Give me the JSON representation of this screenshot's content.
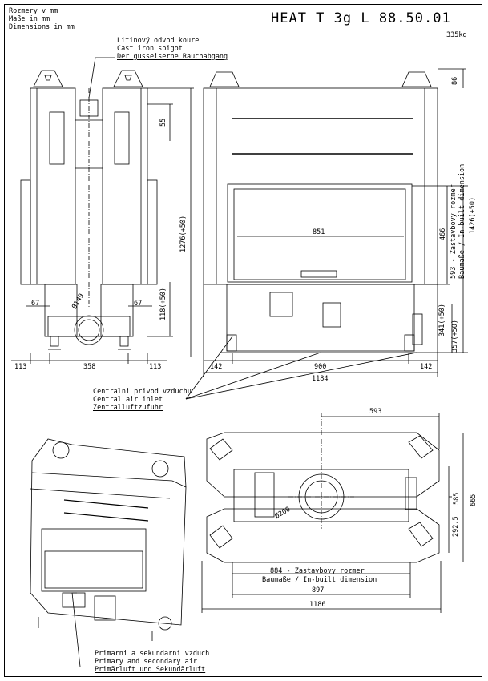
{
  "units_legend": [
    "Rozmery v mm",
    "Maße in mm",
    "Dimensions in mm"
  ],
  "model": "HEAT T 3g L 88.50.01",
  "weight": "335kg",
  "callouts": {
    "spigot": [
      "Litinový odvod koure",
      "Cast iron spigot",
      "Der gusseiserne Rauchabgang"
    ],
    "central_air": [
      "Centralni privod vzduchu",
      "Central air inlet",
      "Zentralluftzufuhr"
    ],
    "prim_sec_air": [
      "Primarni a sekundarni vzduch",
      "Primary and secondary air",
      "Primärluft und Sekundärluft"
    ],
    "install_size_side": [
      "593 - Zastavbovy rozmer",
      "Baumaße / In-built dimension"
    ],
    "install_size_top": [
      "884 - Zastavbovy rozmer",
      "Baumaße / In-built dimension"
    ]
  },
  "dims": {
    "side_55": "55",
    "side_1276": "1276(+50)",
    "side_118": "118(+50)",
    "side_67_left": "67",
    "side_67_right": "67",
    "side_dia149": "Ø149",
    "side_113_left": "113",
    "side_358": "358",
    "side_113_right": "113",
    "front_86": "86",
    "front_851": "851",
    "front_466": "466",
    "front_1426": "1426(+50)",
    "front_341": "341(+50)",
    "front_357": "357(+50)",
    "front_142_left": "142",
    "front_900": "900",
    "front_142_right": "142",
    "front_1184": "1184",
    "top_593": "593",
    "top_dia200": "Ø200",
    "top_585": "585",
    "top_665": "665",
    "top_292": "292.5",
    "top_897": "897",
    "top_1186": "1186"
  }
}
